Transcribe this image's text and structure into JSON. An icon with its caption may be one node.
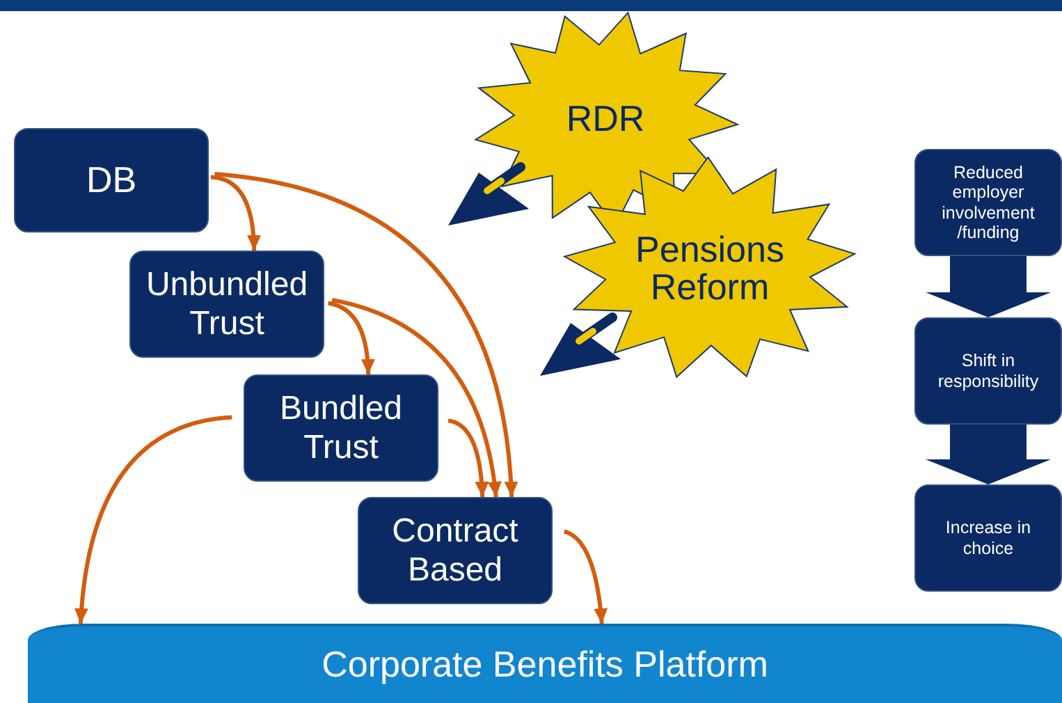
{
  "diagram": {
    "nodes": [
      {
        "text": [
          "DB"
        ]
      },
      {
        "text": [
          "Unbundled Trust"
        ]
      },
      {
        "text": [
          "Bundled Trust"
        ]
      },
      {
        "text": [
          "Contract Based"
        ]
      },
      {
        "text": [
          "Corporate Benefits Platform"
        ]
      },
      {
        "text": [
          "RDR"
        ]
      },
      {
        "text": [
          "Pensions Reform"
        ]
      },
      {
        "text": [
          "Reduced employer involvement /funding"
        ]
      },
      {
        "text": [
          "Shift in responsibility"
        ]
      },
      {
        "text": [
          "Increase in choice"
        ]
      }
    ],
    "edges": [
      {
        "from": 0,
        "to": 1,
        "arrow": "to"
      },
      {
        "from": 0,
        "to": 3,
        "arrow": "to"
      },
      {
        "from": 1,
        "to": 2,
        "arrow": "to"
      },
      {
        "from": 1,
        "to": 3,
        "arrow": "to"
      },
      {
        "from": 2,
        "to": 3,
        "arrow": "to"
      },
      {
        "from": 2,
        "to": 4,
        "arrow": "to"
      },
      {
        "from": 3,
        "to": 4,
        "arrow": "to"
      },
      {
        "from": 7,
        "to": 8,
        "arrow": "to",
        "style": "thick",
        "color": "#0b2a63"
      },
      {
        "from": 8,
        "to": 9,
        "arrow": "to",
        "style": "thick",
        "color": "#0b2a63"
      }
    ]
  }
}
